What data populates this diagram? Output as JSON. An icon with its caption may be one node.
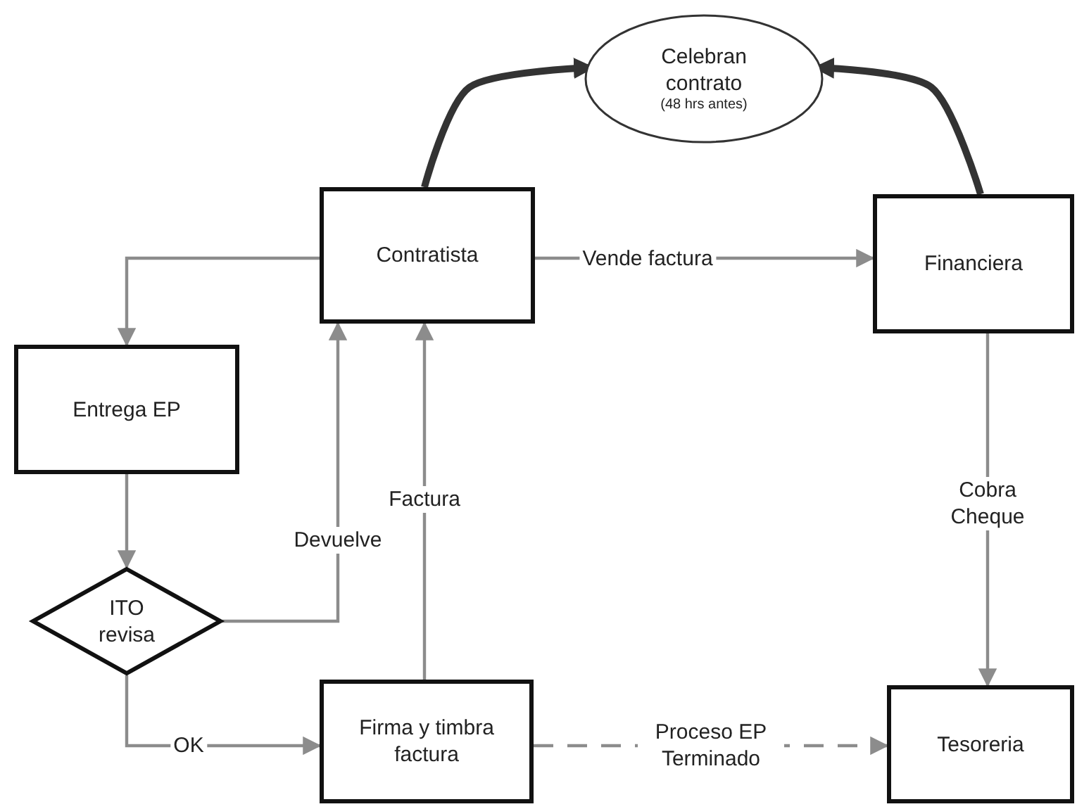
{
  "diagram": {
    "nodes": [
      {
        "text": [
          "Celebran contrato",
          "(48 hrs antes)"
        ]
      },
      {
        "text": [
          "Contratista"
        ]
      },
      {
        "text": [
          "Financiera"
        ]
      },
      {
        "text": [
          "Entrega EP"
        ]
      },
      {
        "text": [
          "ITO revisa"
        ]
      },
      {
        "text": [
          "Firma y timbra factura"
        ]
      },
      {
        "text": [
          "Tesoreria"
        ]
      }
    ],
    "edges": [
      {
        "from": 1,
        "to": 0,
        "arrow": "to",
        "style": "thick",
        "color": "#333333"
      },
      {
        "from": 2,
        "to": 0,
        "arrow": "to",
        "style": "thick",
        "color": "#333333"
      },
      {
        "from": 1,
        "to": 2,
        "arrow": "to",
        "label": "Vende factura"
      },
      {
        "from": 1,
        "to": 3,
        "arrow": "to"
      },
      {
        "from": 3,
        "to": 4,
        "arrow": "to"
      },
      {
        "from": 4,
        "to": 1,
        "arrow": "to",
        "label": "Devuelve"
      },
      {
        "from": 5,
        "to": 1,
        "arrow": "to",
        "label": "Factura"
      },
      {
        "from": 4,
        "to": 5,
        "arrow": "to",
        "label": "OK"
      },
      {
        "from": 5,
        "to": 6,
        "arrow": "to",
        "label": "Proceso EP Terminado",
        "style": "dashed"
      },
      {
        "from": 2,
        "to": 6,
        "arrow": "to",
        "label": "Cobra Cheque"
      }
    ]
  }
}
